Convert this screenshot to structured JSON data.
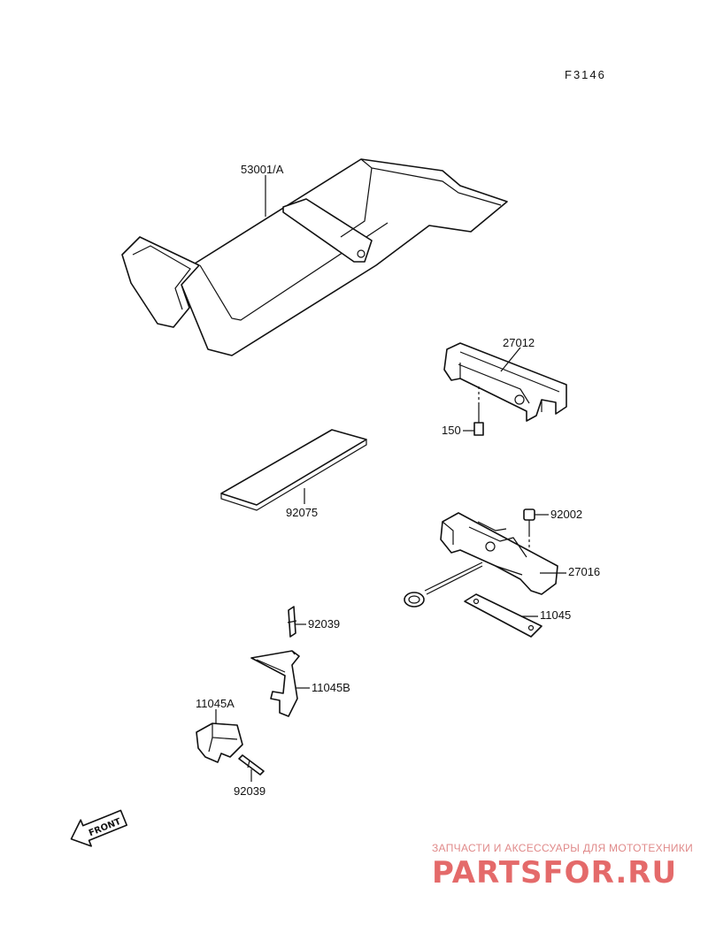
{
  "figure_code": "F3146",
  "parts": {
    "seat": "53001/A",
    "bracket_upper": "27012",
    "bolt_150": "150",
    "pad": "92075",
    "bolt_92002": "92002",
    "seat_lock": "27016",
    "plate": "11045",
    "pin_upper": "92039",
    "bracket_lower": "11045B",
    "holder": "11045A",
    "pin_lower": "92039"
  },
  "front_arrow": "FRONT",
  "watermark": {
    "subtitle": "ЗАПЧАСТИ И АКСЕССУАРЫ ДЛЯ МОТОТЕХНИКИ",
    "brand": "PARTSFOR.RU"
  }
}
